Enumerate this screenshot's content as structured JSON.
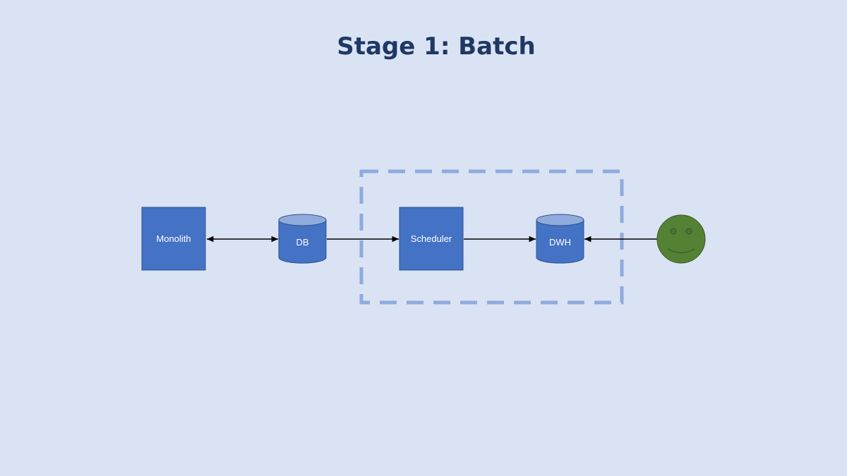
{
  "title": "Stage 1: Batch",
  "nodes": {
    "monolith": {
      "label": "Monolith",
      "shape": "square"
    },
    "db": {
      "label": "DB",
      "shape": "cylinder"
    },
    "scheduler": {
      "label": "Scheduler",
      "shape": "square"
    },
    "dwh": {
      "label": "DWH",
      "shape": "cylinder"
    },
    "user": {
      "icon": "smiley-face-icon"
    }
  },
  "edges": [
    {
      "from": "monolith",
      "to": "db",
      "direction": "both"
    },
    {
      "from": "db",
      "to": "scheduler",
      "direction": "forward"
    },
    {
      "from": "scheduler",
      "to": "dwh",
      "direction": "forward"
    },
    {
      "from": "user",
      "to": "dwh",
      "direction": "forward"
    }
  ],
  "group": {
    "members": [
      "scheduler",
      "dwh"
    ],
    "style": "dashed"
  },
  "colors": {
    "background": "#dae3f3",
    "title": "#1f3864",
    "node_fill": "#4472c4",
    "node_stroke": "#2f528f",
    "cylinder_top": "#8faadc",
    "group_border": "#8faadc",
    "user_fill": "#548235",
    "user_stroke": "#385723",
    "edge": "#000000"
  }
}
